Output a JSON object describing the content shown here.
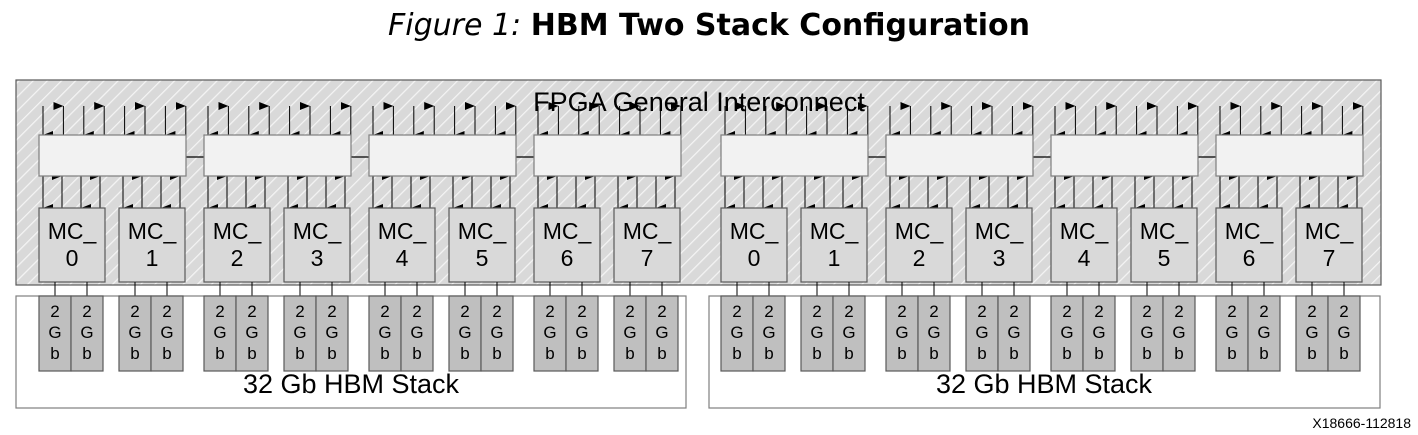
{
  "title": {
    "figure_label": "Figure 1:",
    "name": "HBM Two Stack Configuration"
  },
  "fpga": {
    "label": "FPGA General Interconnect"
  },
  "stacks": [
    {
      "label": "32 Gb HBM Stack",
      "memory_controllers": [
        "MC_ 0",
        "MC_ 1",
        "MC_ 2",
        "MC_ 3",
        "MC_ 4",
        "MC_ 5",
        "MC_ 6",
        "MC_ 7"
      ],
      "switch_count": 4,
      "pseudo_channel_label": [
        "2",
        "G",
        "b"
      ]
    },
    {
      "label": "32 Gb HBM Stack",
      "memory_controllers": [
        "MC_ 0",
        "MC_ 1",
        "MC_ 2",
        "MC_ 3",
        "MC_ 4",
        "MC_ 5",
        "MC_ 6",
        "MC_ 7"
      ],
      "switch_count": 4,
      "pseudo_channel_label": [
        "2",
        "G",
        "b"
      ]
    }
  ],
  "reference_id": "X18666-112818",
  "colors": {
    "fpga_fill": "#d9d9d9",
    "hatch": "#f2f2f2",
    "switch_fill": "#f2f2f2",
    "mc_fill": "#d9d9d9",
    "mem_fill": "#bfbfbf",
    "border": "#595959"
  }
}
